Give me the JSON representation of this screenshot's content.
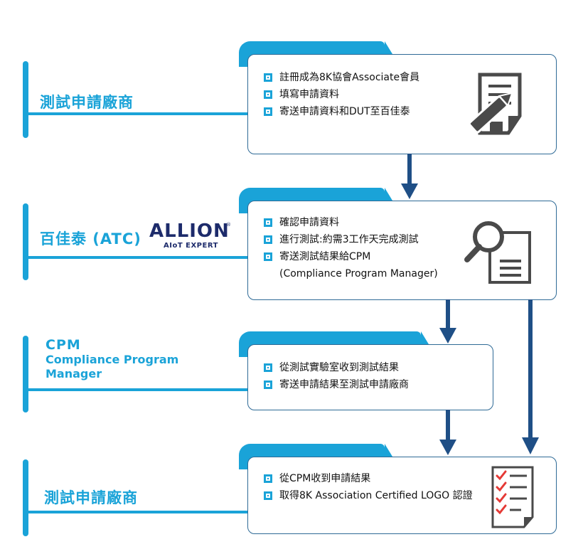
{
  "diagram": {
    "colors": {
      "accent": "#1aa3d8",
      "dark_blue": "#1f4f86",
      "card_border": "#2e6a96",
      "icon_gray": "#4a4a4a",
      "check_red": "#e53935"
    },
    "rows": [
      {
        "label_lines": [
          "測試申請廠商"
        ],
        "items": [
          "註冊成為8K協會Associate會員",
          "填寫申請資料",
          "寄送申請資料和DUT至百佳泰"
        ],
        "icon": "document-pen-icon"
      },
      {
        "label_lines": [
          "百佳泰 (ATC)"
        ],
        "logo": {
          "main": "ALLION",
          "sub": "AIoT EXPERT",
          "mark": "®"
        },
        "items": [
          "確認申請資料",
          "進行測試:約需3工作天完成測試",
          "寄送測試結果給CPM"
        ],
        "items_continuation": "(Compliance Program Manager)",
        "icon": "magnifier-document-icon"
      },
      {
        "label_lines": [
          "CPM",
          "Compliance Program",
          "Manager"
        ],
        "items": [
          "從測試實驗室收到測試結果",
          "寄送申請結果至測試申請廠商"
        ]
      },
      {
        "label_lines": [
          "測試申請廠商"
        ],
        "items": [
          "從CPM收到申請結果",
          "取得8K Association Certified LOGO 認證"
        ],
        "icon": "checklist-icon"
      }
    ]
  }
}
